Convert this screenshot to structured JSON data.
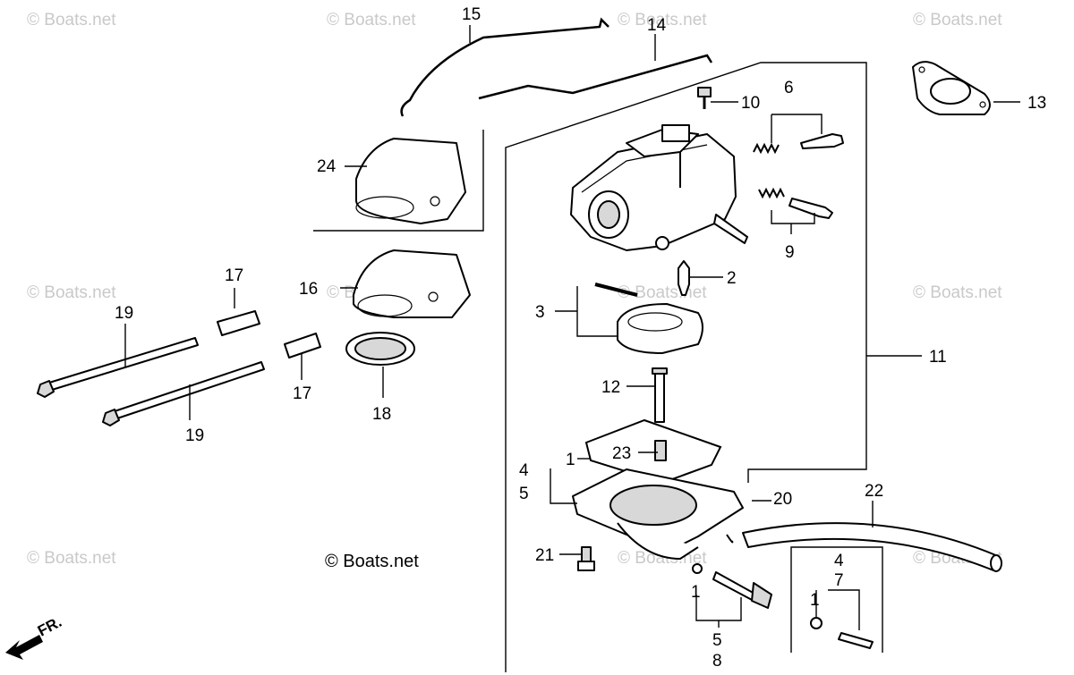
{
  "watermark": "© Boats.net",
  "copyright": "© Boats.net",
  "direction_label": "FR.",
  "callouts": {
    "c1_a": "1",
    "c1_b": "1",
    "c1_c": "1",
    "c2": "2",
    "c3": "3",
    "c4_a": "4",
    "c4_b": "4",
    "c5_a": "5",
    "c5_b": "5",
    "c6": "6",
    "c7": "7",
    "c8": "8",
    "c9": "9",
    "c10": "10",
    "c11": "11",
    "c12": "12",
    "c13": "13",
    "c14": "14",
    "c15": "15",
    "c16": "16",
    "c17_a": "17",
    "c17_b": "17",
    "c18": "18",
    "c19_a": "19",
    "c19_b": "19",
    "c20": "20",
    "c21": "21",
    "c22": "22",
    "c23": "23",
    "c24": "24"
  }
}
